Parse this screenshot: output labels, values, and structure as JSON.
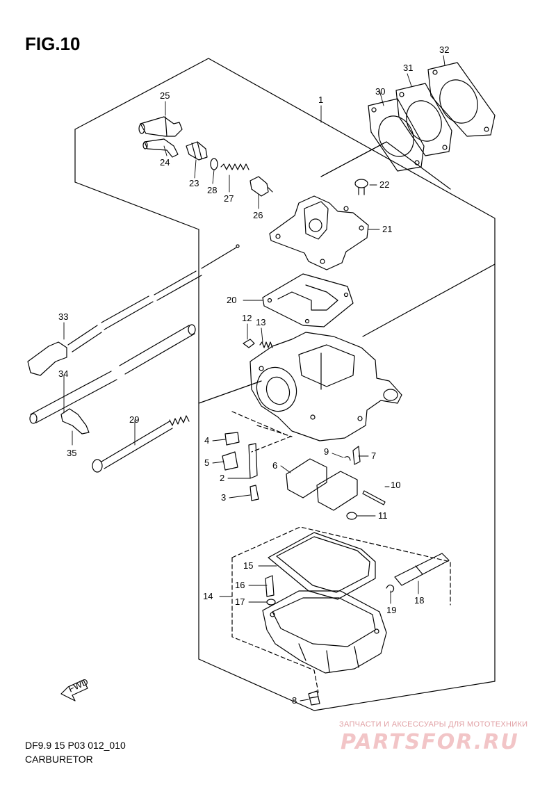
{
  "figure": {
    "title": "FIG.10",
    "model_code": "DF9.9 15 P03 012_010",
    "caption": "CARBURETOR"
  },
  "watermark": {
    "line": "ЗАПЧАСТИ И АКСЕССУАРЫ ДЛЯ МОТОТЕХНИКИ",
    "logo": "PARTSFOR.RU"
  },
  "direction_marker": "FWD",
  "parts": [
    "1",
    "2",
    "3",
    "4",
    "5",
    "6",
    "7",
    "8",
    "9",
    "10",
    "11",
    "12",
    "13",
    "14",
    "15",
    "16",
    "17",
    "18",
    "19",
    "20",
    "21",
    "22",
    "23",
    "24",
    "25",
    "26",
    "27",
    "28",
    "29",
    "30",
    "31",
    "32",
    "33",
    "34",
    "35"
  ]
}
